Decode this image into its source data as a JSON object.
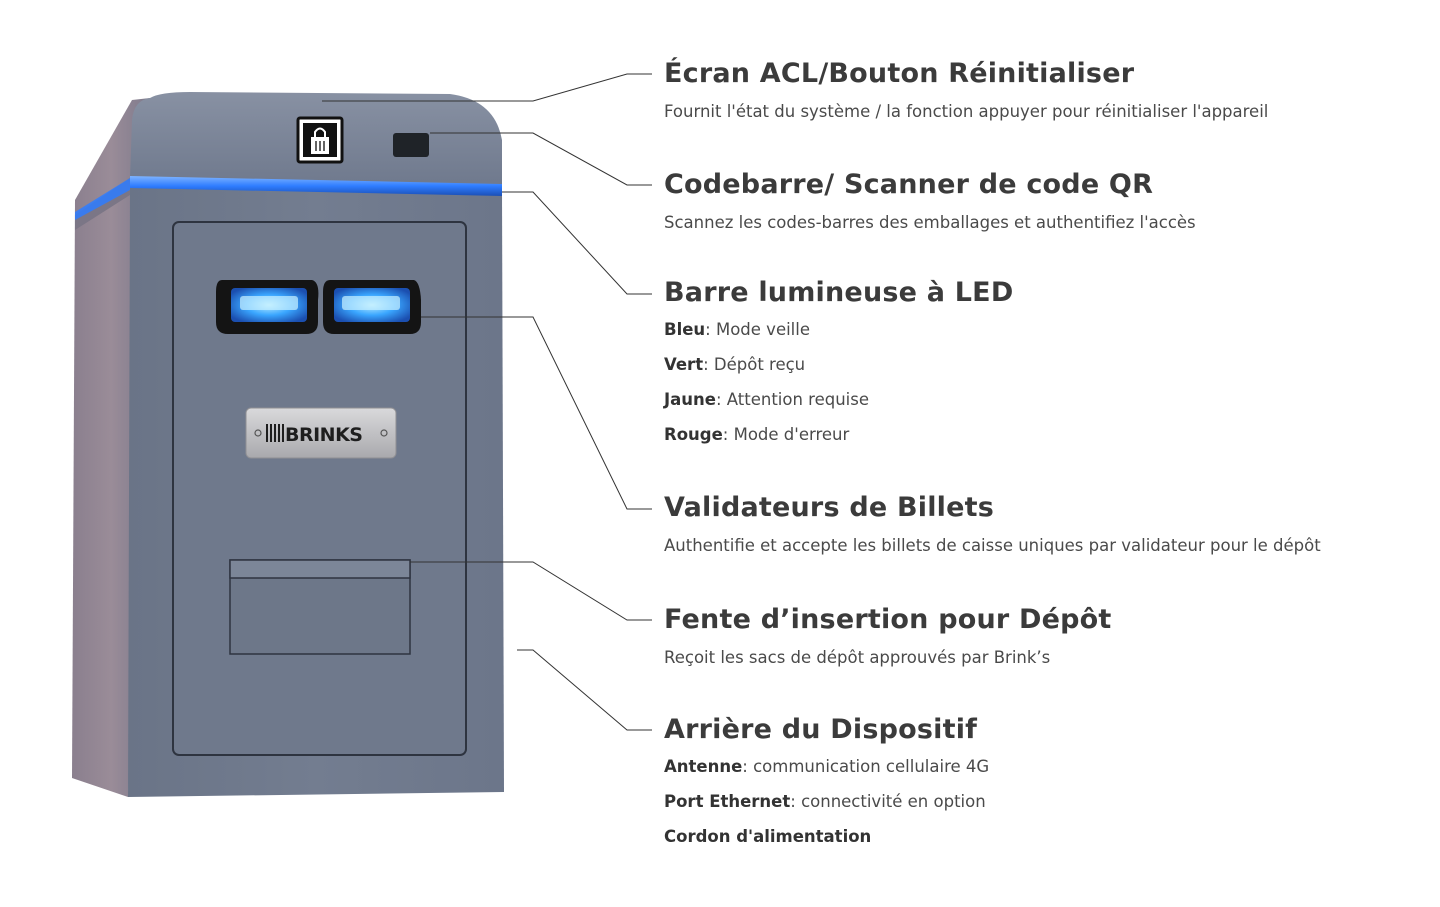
{
  "device": {
    "brand_label": "BRINKS"
  },
  "colors": {
    "body": "#6f7a8e",
    "led": "#2e7cff",
    "validator_glow": "#3fb2ff",
    "leader_line": "#333333",
    "text": "#3b3b3b"
  },
  "items": [
    {
      "title": "Écran ACL/Bouton Réinitialiser",
      "description": "Fournit l'état du système / la fonction appuyer pour réinitialiser l'appareil"
    },
    {
      "title": "Codebarre/ Scanner de code QR",
      "description": "Scannez les codes-barres des emballages et authentifiez l'accès"
    },
    {
      "title": "Barre lumineuse à LED",
      "details": [
        {
          "key": "Bleu",
          "sep": ":",
          "value": " Mode veille"
        },
        {
          "key": "Vert",
          "sep": ":",
          "value": " Dépôt reçu"
        },
        {
          "key": "Jaune",
          "sep": ":",
          "value": " Attention requise"
        },
        {
          "key": "Rouge",
          "sep": ":",
          "value": " Mode d'erreur"
        }
      ]
    },
    {
      "title": "Validateurs de Billets",
      "description": "Authentifie et accepte les billets de caisse uniques par validateur pour le dépôt"
    },
    {
      "title": "Fente d’insertion pour Dépôt",
      "description": "Reçoit les sacs de dépôt approuvés par Brink’s"
    },
    {
      "title": "Arrière du Dispositif",
      "details": [
        {
          "key": "Antenne",
          "sep": ":",
          "value": " communication cellulaire 4G"
        },
        {
          "key": "Port Ethernet",
          "sep": ":",
          "value": " connectivité en option"
        },
        {
          "key": "Cordon d'alimentation",
          "sep": "",
          "value": ""
        }
      ]
    }
  ]
}
